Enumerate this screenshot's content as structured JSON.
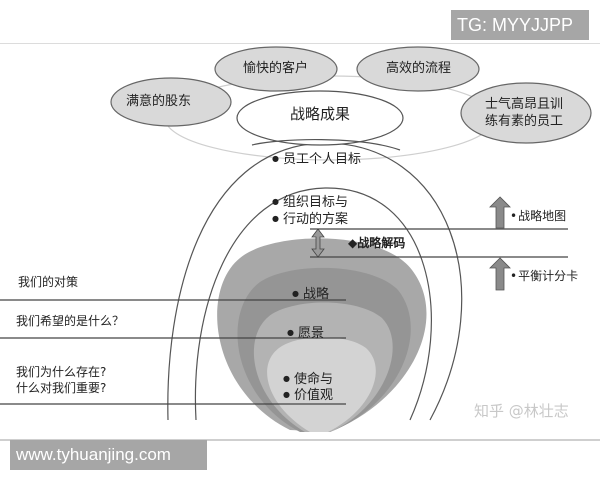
{
  "overlays": {
    "top_right_badge": "TG: MYYJJPP",
    "bottom_left_badge": "www.tyhuanjing.com",
    "watermark": "知乎 @林壮志"
  },
  "outcome_ovals": [
    {
      "id": "shareholders",
      "text": "满意的股东"
    },
    {
      "id": "customers",
      "text": "愉快的客户"
    },
    {
      "id": "processes",
      "text": "高效的流程"
    },
    {
      "id": "employees_line1",
      "text": "士气高昂且训"
    },
    {
      "id": "employees_line2",
      "text": "练有素的员工"
    }
  ],
  "strategic_results": "战略成果",
  "layers": {
    "personal_goals": "员工个人目标",
    "org_goals_line1": "组织目标与",
    "org_goals_line2": "行动的方案",
    "strategy_decode": "◆战略解码",
    "strategy": "战略",
    "vision": "愿景",
    "mission_line1": "使命与",
    "mission_line2": "价值观"
  },
  "left_questions": {
    "our_strategy": "我们的对策",
    "what_we_want": "我们希望的是什么？",
    "why_exist_line1": "我们为什么存在?",
    "why_exist_line2": "什么对我们重要?"
  },
  "right_tools": {
    "strategy_map": "战略地图",
    "balanced_scorecard": "平衡计分卡"
  },
  "colors": {
    "oval_fill": "#d9d9d9",
    "outer_shade": "#a8a8a8",
    "mid_shade": "#9a9a9a",
    "inner_shade": "#b5b5b5",
    "core_shade": "#d2d2d2",
    "arrow_fill": "#8a8a8a",
    "line": "#444444"
  }
}
